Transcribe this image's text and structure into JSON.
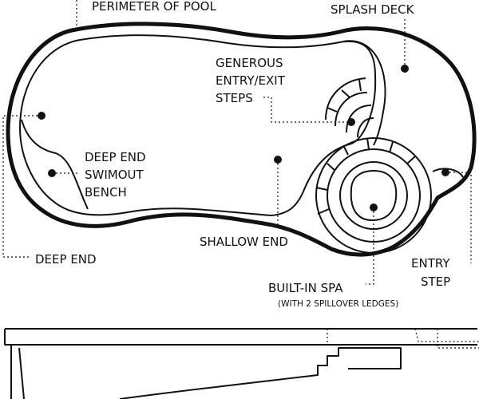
{
  "labels": {
    "perimeter": "PERIMETER OF POOL",
    "splash_deck": "SPLASH DECK",
    "steps_line1": "GENEROUS",
    "steps_line2": "ENTRY/EXIT",
    "steps_line3": "STEPS",
    "bench_line1": "DEEP END",
    "bench_line2": "SWIMOUT",
    "bench_line3": "BENCH",
    "shallow_end": "SHALLOW END",
    "deep_end": "DEEP END",
    "entry_line1": "ENTRY",
    "entry_line2": "STEP",
    "spa": "BUILT-IN SPA",
    "spa_note": "(WITH 2 SPILLOVER LEDGES)"
  }
}
